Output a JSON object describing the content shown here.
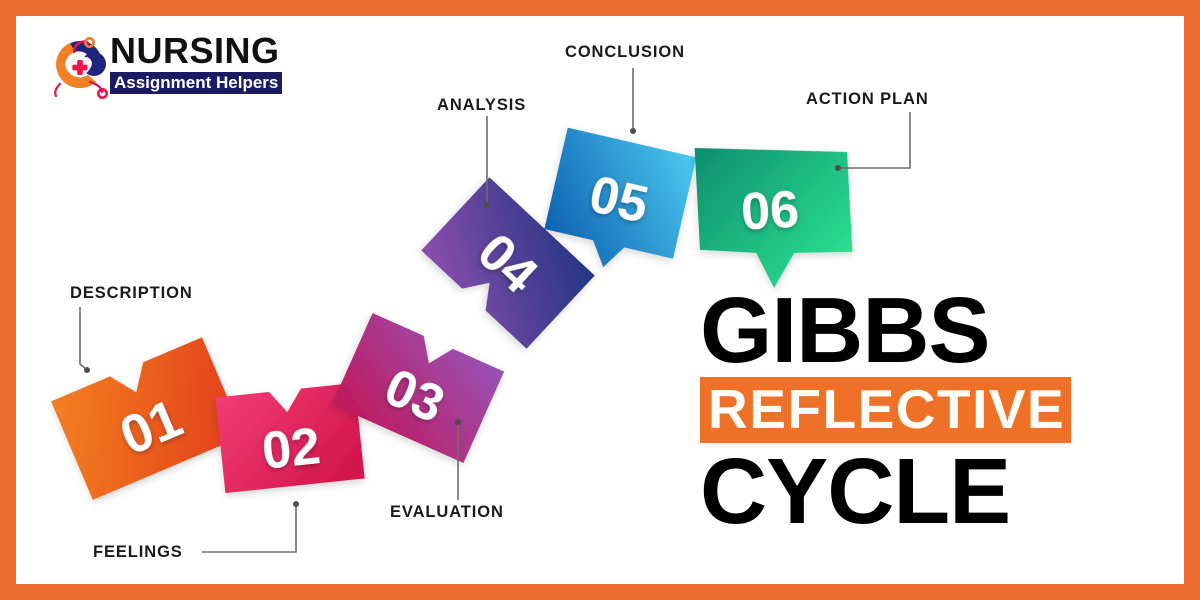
{
  "frame": {
    "border_color": "#EC6B2C"
  },
  "logo": {
    "name": "NURSING",
    "tagline": "Assignment Helpers",
    "icon": "nursing-stethoscope-heart-logo",
    "tagline_bg": "#1B1B64"
  },
  "headline": {
    "line1": "GIBBS",
    "line2": "REFLECTIVE",
    "line3": "CYCLE",
    "highlight_color": "#EE7127",
    "text_color": "#000000"
  },
  "chart_data": {
    "type": "diagram",
    "title": "Gibbs Reflective Cycle",
    "layout": "s-curve arrow band, six numbered chevron segments ascending left to right",
    "steps": [
      {
        "number": "01",
        "label": "DESCRIPTION",
        "color_from": "#F07F1E",
        "color_to": "#E8501F",
        "label_position": "above-left",
        "notch": "top"
      },
      {
        "number": "02",
        "label": "FEELINGS",
        "color_from": "#EF2E6C",
        "color_to": "#D61E52",
        "label_position": "below-left",
        "notch": "top"
      },
      {
        "number": "03",
        "label": "EVALUATION",
        "color_from": "#9A4CAE",
        "color_to": "#BE1E60",
        "label_position": "below",
        "notch": "top"
      },
      {
        "number": "04",
        "label": "ANALYSIS",
        "color_from": "#2E3B8F",
        "color_to": "#7E4FA6",
        "label_position": "above",
        "notch": "bottom"
      },
      {
        "number": "05",
        "label": "CONCLUSION",
        "color_from": "#1168B3",
        "color_to": "#46C4EE",
        "label_position": "above",
        "notch": "bottom"
      },
      {
        "number": "06",
        "label": "ACTION PLAN",
        "color_from": "#11926F",
        "color_to": "#2BE08F",
        "label_position": "above-right",
        "notch": "bottom"
      }
    ]
  }
}
